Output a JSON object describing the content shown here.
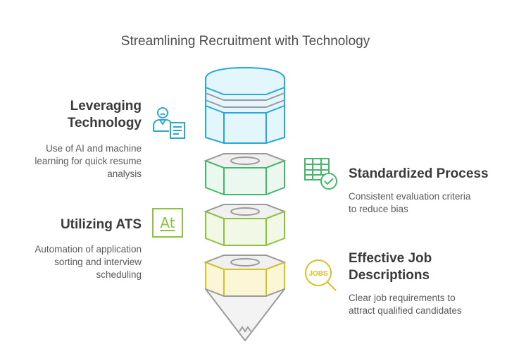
{
  "title": "Streamlining Recruitment with Technology",
  "sections": [
    {
      "heading_lines": [
        "Leveraging",
        "Technology"
      ],
      "description_lines": [
        "Use of AI and machine",
        "learning for quick resume",
        "analysis"
      ],
      "icon": "person-document-icon",
      "color": "#29a8d6"
    },
    {
      "heading_lines": [
        "Standardized Process"
      ],
      "description_lines": [
        "Consistent evaluation criteria",
        "to reduce bias"
      ],
      "icon": "checklist-table-icon",
      "color": "#43b86b"
    },
    {
      "heading_lines": [
        "Utilizing ATS"
      ],
      "description_lines": [
        "Automation of application",
        "sorting and interview",
        "scheduling"
      ],
      "icon": "at-text-icon",
      "icon_text": "At",
      "color": "#8ac43c"
    },
    {
      "heading_lines": [
        "Effective Job",
        "Descriptions"
      ],
      "description_lines": [
        "Clear job requirements to",
        "attract qualified candidates"
      ],
      "icon": "jobs-magnifier-icon",
      "icon_text": "JOBS",
      "color": "#d6c12a"
    }
  ]
}
